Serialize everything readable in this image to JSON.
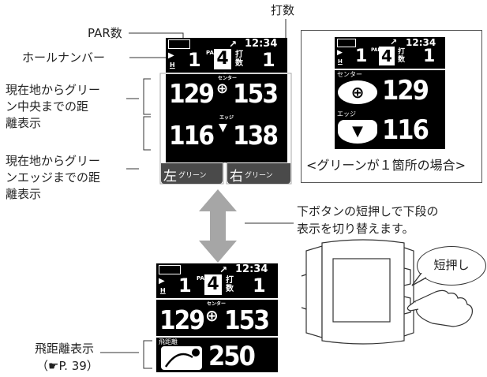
{
  "callouts": {
    "strokes": "打数",
    "par": "PAR数",
    "hole_number": "ホールナンバー",
    "to_center_l1": "現在地からグリー",
    "to_center_l2": "ン中央までの距",
    "to_center_l3": "離表示",
    "to_edge_l1": "現在地からグリー",
    "to_edge_l2": "ンエッジまでの距",
    "to_edge_l3": "離表示",
    "switch_l1": "下ボタンの短押しで下段の",
    "switch_l2": "表示を切り替えます。",
    "flight_l1": "飛距離表示",
    "flight_l2": "（☛P. 39）"
  },
  "screen_main": {
    "time": "12:34",
    "hole_prefix": "H",
    "hole": "1",
    "par_letters": "PAR",
    "par": "4",
    "strokes_label": "打数",
    "strokes": "1",
    "left_center": "129",
    "right_center": "153",
    "left_edge": "116",
    "right_edge": "138",
    "center_tiny": "センター",
    "edge_tiny": "エッジ",
    "left_tab_big": "左",
    "left_tab_small": "グリーン",
    "right_tab_big": "右",
    "right_tab_small": "グリーン"
  },
  "screen_single": {
    "time": "12:34",
    "hole_prefix": "H",
    "hole": "1",
    "par_letters": "PAR",
    "par": "4",
    "strokes_label": "打数",
    "strokes": "1",
    "center_label": "センター",
    "center": "129",
    "edge_label": "エッジ",
    "edge": "116",
    "caption": "<グリーンが１箇所の場合>"
  },
  "screen_flight": {
    "time": "12:34",
    "hole_prefix": "H",
    "hole": "1",
    "par_letters": "PAR",
    "par": "4",
    "strokes_label": "打数",
    "strokes": "1",
    "center_label": "センター",
    "left": "129",
    "right": "153",
    "flight_label": "飛距離",
    "flight": "250"
  },
  "bubble": {
    "text": "短押し"
  },
  "colors": {
    "lcd": "#000000",
    "tab": "#4a4a4a",
    "arrow": "#a6a6a6",
    "line": "#333333"
  }
}
